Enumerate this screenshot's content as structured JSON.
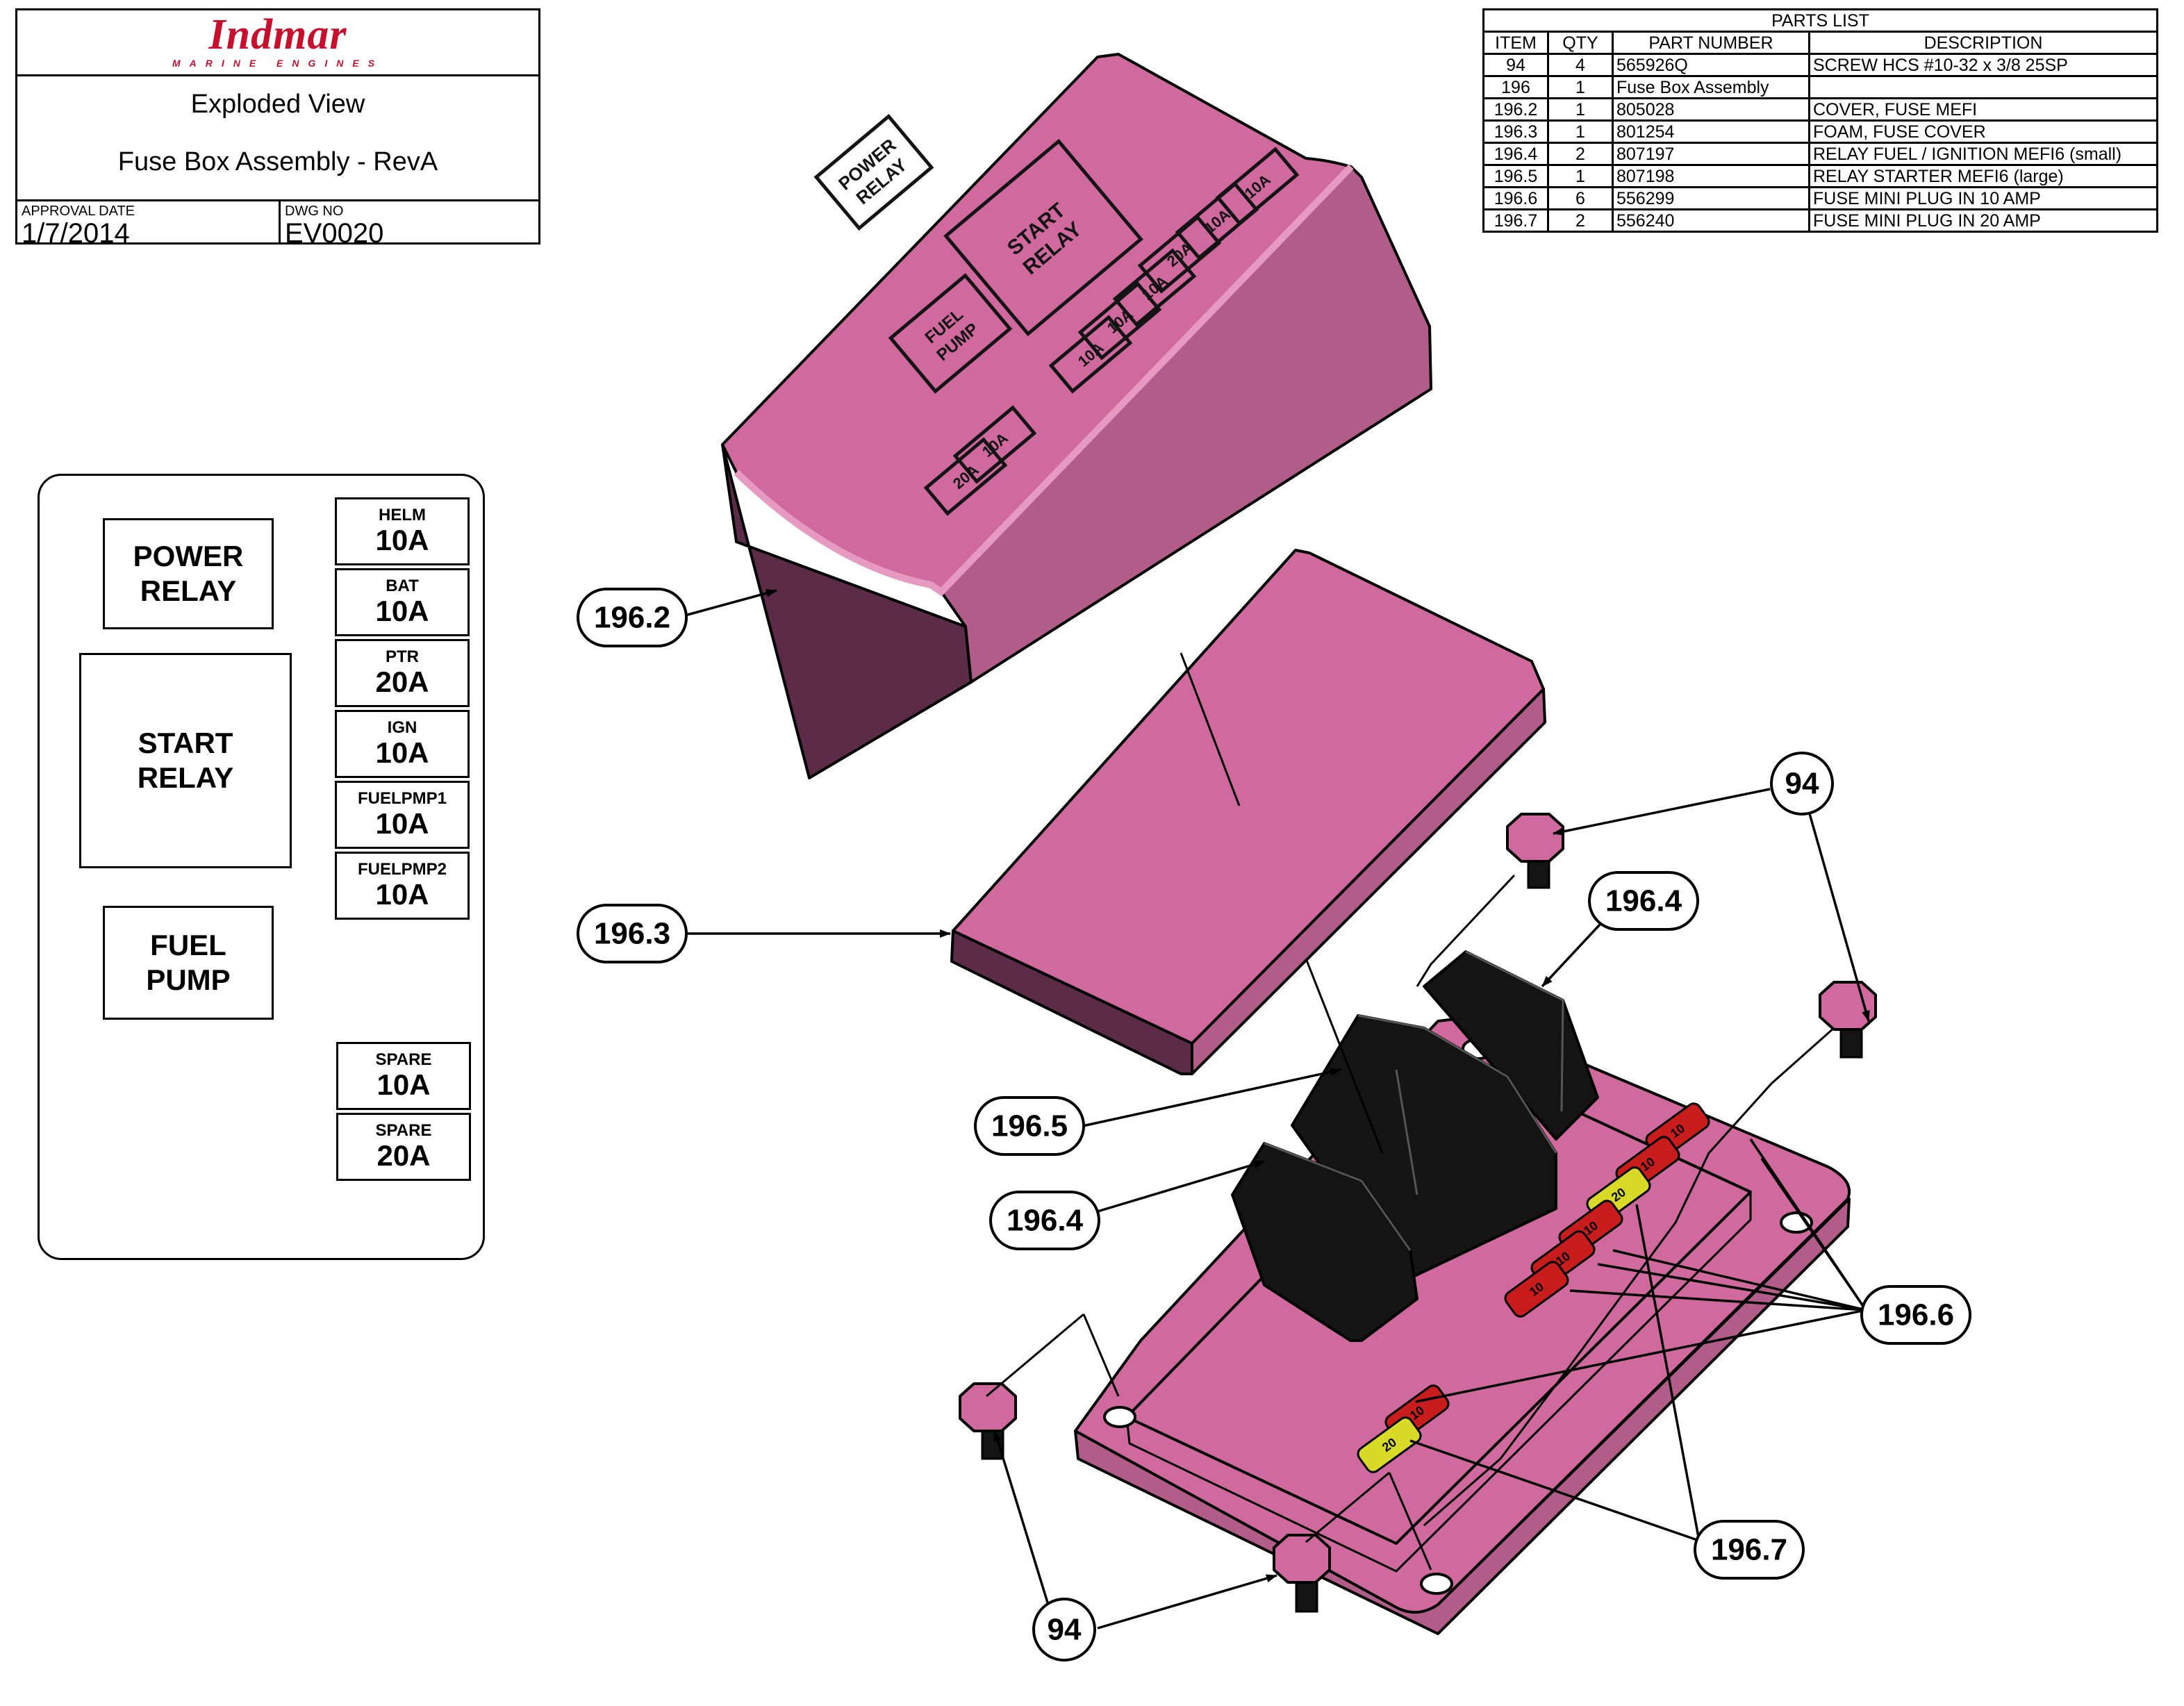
{
  "title_block": {
    "brand": "Indmar",
    "brand_sub": "MARINE ENGINES",
    "line1": "Exploded View",
    "line2": "Fuse Box Assembly - RevA",
    "approval_label": "APPROVAL DATE",
    "approval_value": "1/7/2014",
    "dwg_label": "DWG NO",
    "dwg_value": "EV0020"
  },
  "parts_list": {
    "title": "PARTS LIST",
    "headers": [
      "ITEM",
      "QTY",
      "PART NUMBER",
      "DESCRIPTION"
    ],
    "rows": [
      [
        "94",
        "4",
        "565926Q",
        "SCREW HCS #10-32 x 3/8 25SP"
      ],
      [
        "196",
        "1",
        "Fuse Box Assembly",
        ""
      ],
      [
        "196.2",
        "1",
        "805028",
        "COVER, FUSE MEFI"
      ],
      [
        "196.3",
        "1",
        "801254",
        "FOAM, FUSE COVER"
      ],
      [
        "196.4",
        "2",
        "807197",
        "RELAY FUEL / IGNITION MEFI6 (small)"
      ],
      [
        "196.5",
        "1",
        "807198",
        "RELAY STARTER MEFI6 (large)"
      ],
      [
        "196.6",
        "6",
        "556299",
        "FUSE MINI PLUG IN  10 AMP"
      ],
      [
        "196.7",
        "2",
        "556240",
        "FUSE MINI PLUG IN  20 AMP"
      ]
    ]
  },
  "legend": {
    "power_relay": [
      "POWER",
      "RELAY"
    ],
    "start_relay": [
      "START",
      "RELAY"
    ],
    "fuel_pump": [
      "FUEL",
      "PUMP"
    ],
    "fuses": [
      {
        "name": "HELM",
        "amp": "10A"
      },
      {
        "name": "BAT",
        "amp": "10A"
      },
      {
        "name": "PTR",
        "amp": "20A"
      },
      {
        "name": "IGN",
        "amp": "10A"
      },
      {
        "name": "FUELPMP1",
        "amp": "10A"
      },
      {
        "name": "FUELPMP2",
        "amp": "10A"
      }
    ],
    "spares": [
      {
        "name": "SPARE",
        "amp": "10A"
      },
      {
        "name": "SPARE",
        "amp": "20A"
      }
    ]
  },
  "cover_labels": {
    "power_relay": [
      "POWER",
      "RELAY"
    ],
    "start_relay": [
      "START",
      "RELAY"
    ],
    "fuel_pump": [
      "FUEL",
      "PUMP"
    ],
    "fuses": [
      "10A",
      "10A",
      "20A",
      "10A",
      "10A",
      "10A"
    ],
    "spares": [
      "10A",
      "20A"
    ]
  },
  "fuse_marks": {
    "ten": "10",
    "twenty": "20"
  },
  "callouts": {
    "c1962": "196.2",
    "c1963": "196.3",
    "c1964a": "196.4",
    "c1964b": "196.4",
    "c1965": "196.5",
    "c1966": "196.6",
    "c1967": "196.7",
    "c94a": "94",
    "c94b": "94"
  },
  "colors": {
    "pink": "#d0699d",
    "pink_side": "#b15c89",
    "pink_dark": "#5c2b48",
    "relay": "#141414",
    "fuse_10": "#c91c1c",
    "fuse_20": "#d9d928",
    "brand_red": "#c8102e"
  }
}
